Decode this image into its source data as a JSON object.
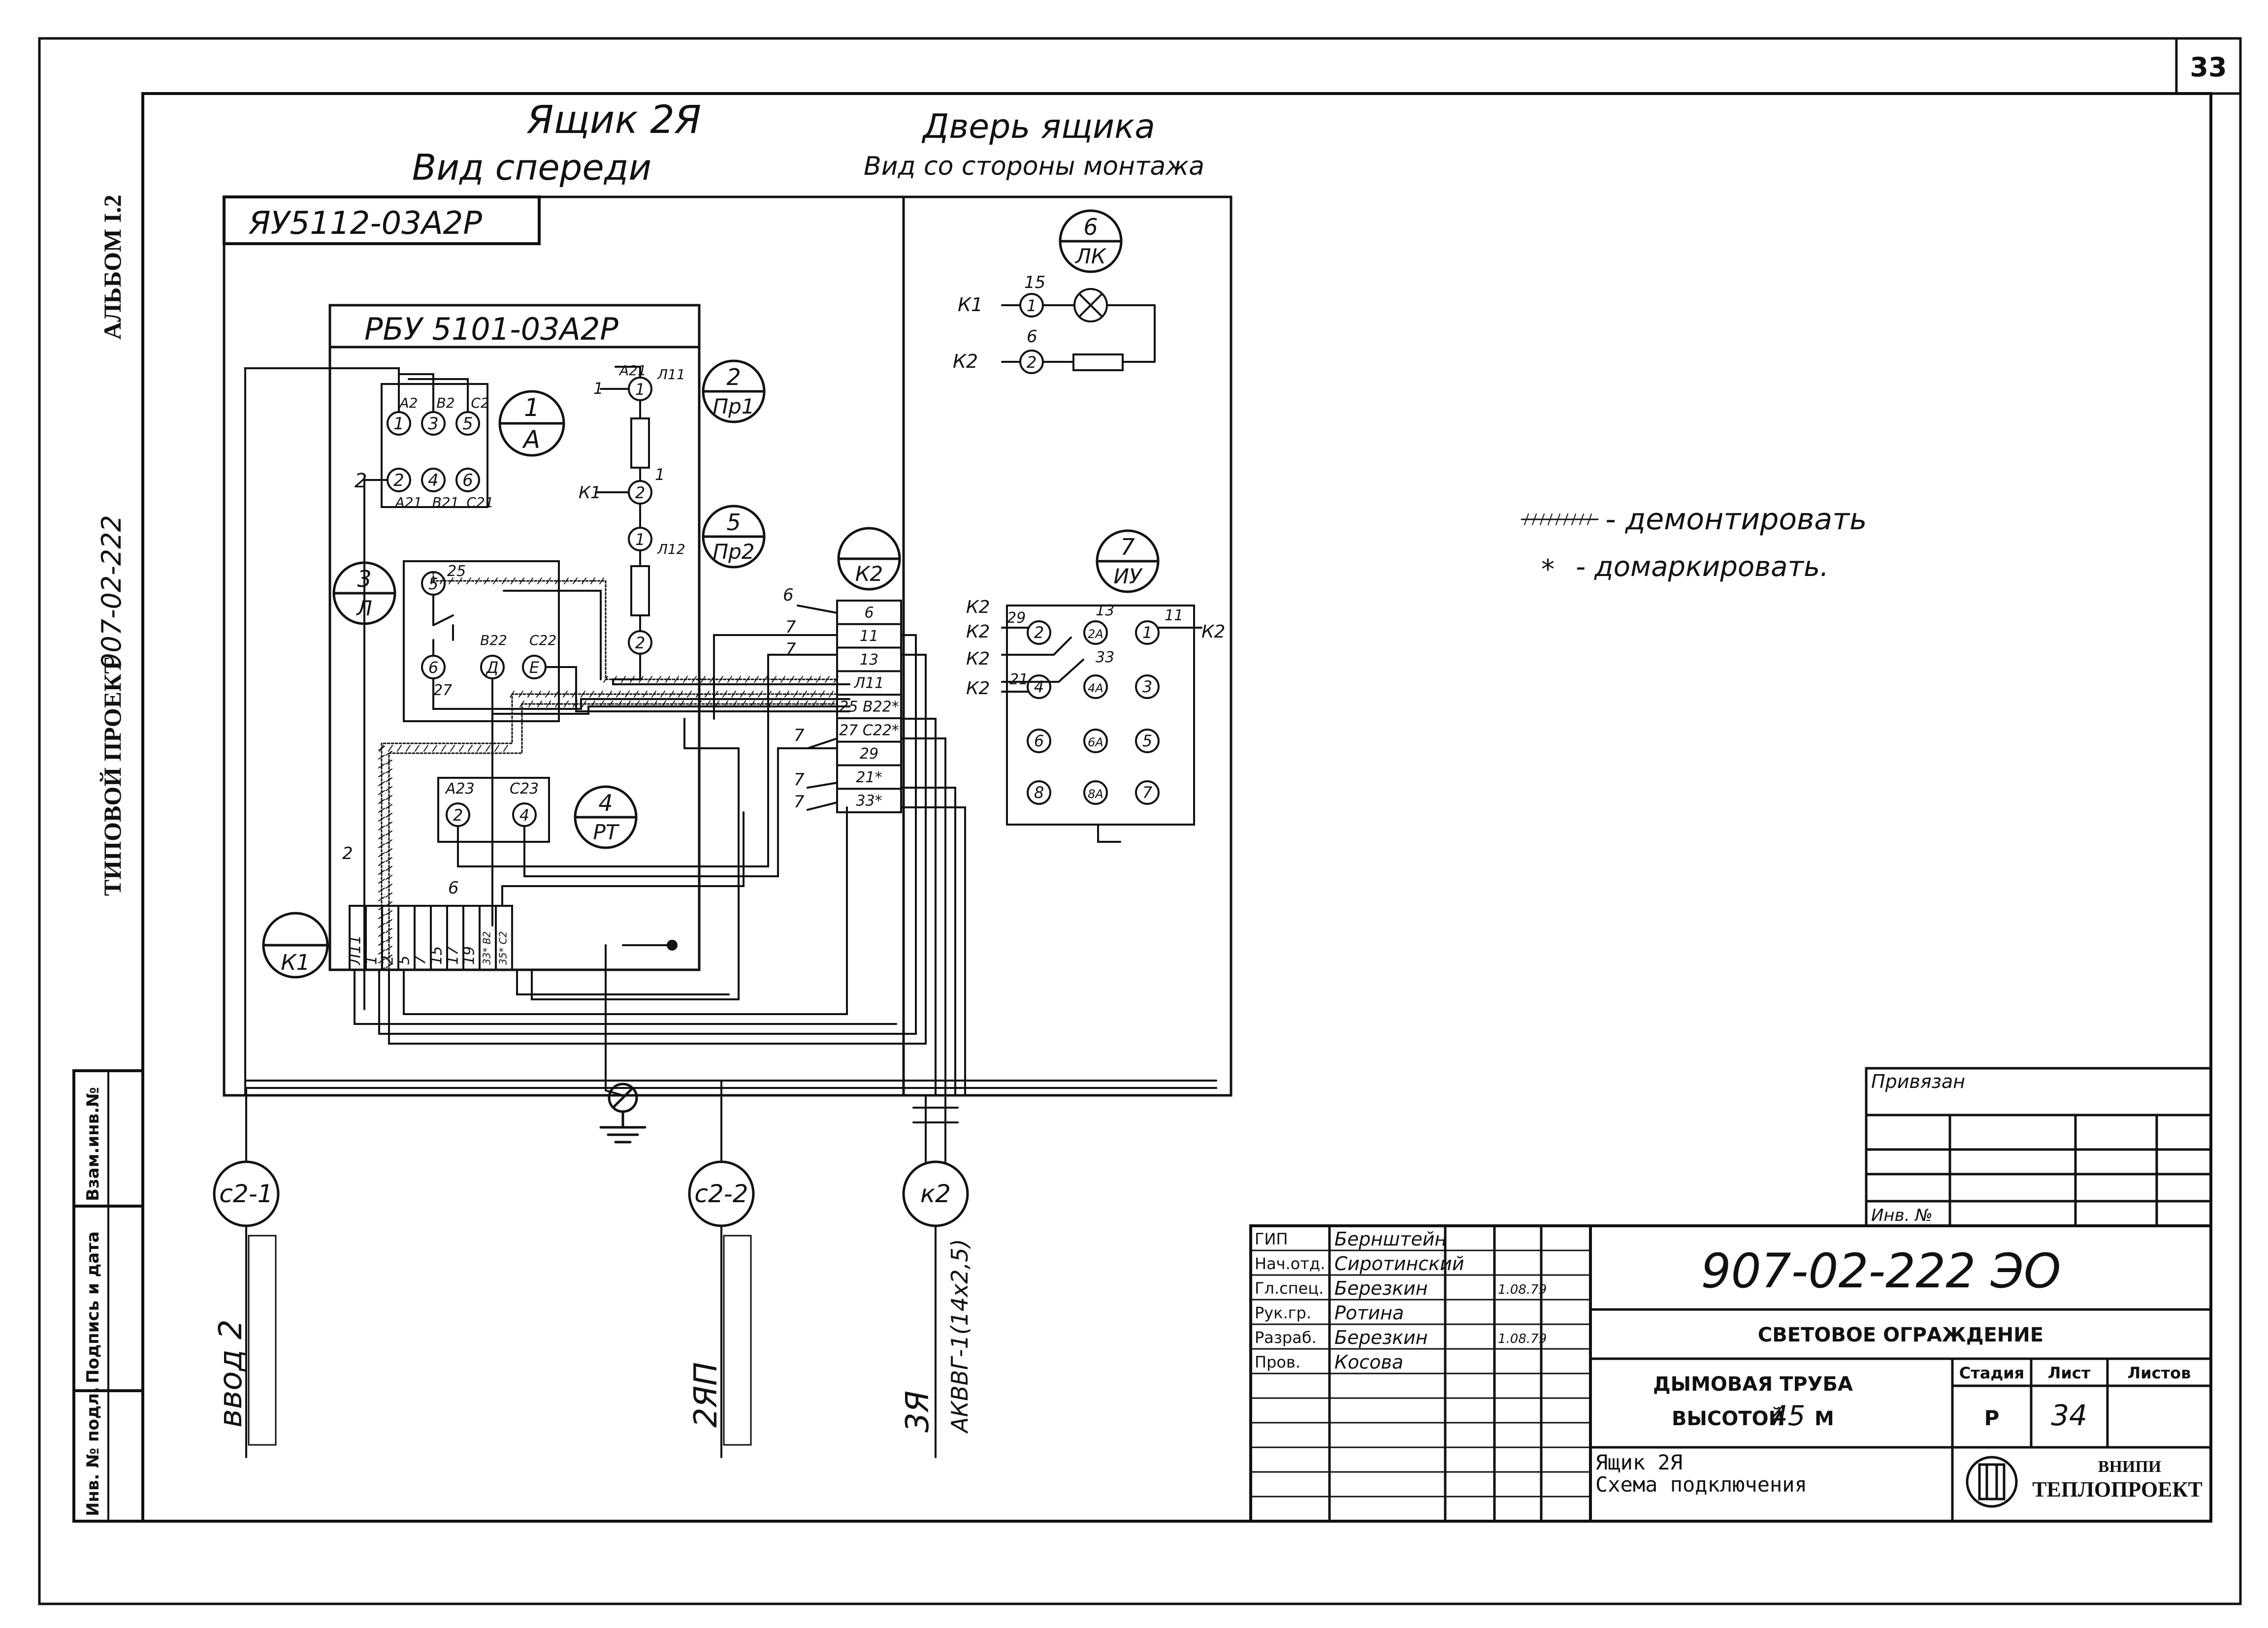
{
  "sheet": {
    "page_number": "33",
    "album": "АЛЬБОМ I.2",
    "project": "ТИПОВОЙ ПРОЕКТ",
    "project_code": "907-02-222"
  },
  "side_stamp": {
    "cells": [
      "Инв. № подл.",
      "Подпись и дата",
      "Взам.инв.№"
    ]
  },
  "titles": {
    "box": "Ящик 2Я",
    "box_view": "Вид спереди",
    "door": "Дверь ящика",
    "door_view": "Вид со стороны монтажа"
  },
  "enclosure": {
    "box_type": "ЯУ5112-03А2Р",
    "block_type": "РБУ 5101-03А2Р"
  },
  "components": [
    {
      "num": "1",
      "code": "А"
    },
    {
      "num": "2",
      "code": "Пр1"
    },
    {
      "num": "3",
      "code": "Л"
    },
    {
      "num": "4",
      "code": "РТ"
    },
    {
      "num": "5",
      "code": "Пр2"
    },
    {
      "num": "6",
      "code": "ЛК"
    },
    {
      "num": "7",
      "code": "ИУ"
    },
    {
      "num": "",
      "code": "К1"
    },
    {
      "num": "",
      "code": "К2"
    }
  ],
  "breaker_terminals": {
    "top": [
      "1",
      "3",
      "5"
    ],
    "top_labels": [
      "А2",
      "В2",
      "С2"
    ],
    "bottom": [
      "2",
      "4",
      "6"
    ],
    "bottom_labels": [
      "А21",
      "В21",
      "С21"
    ]
  },
  "fuse_labels": {
    "pr1_top": "А21",
    "pr1_top_right": "Л11",
    "pr1_left": "1",
    "pr1_right": "1",
    "k1": "К1",
    "pr2_top": "Л12"
  },
  "lamp_block": {
    "labels": [
      "5",
      "25",
      "6",
      "27",
      "Д",
      "В22",
      "Е",
      "С22"
    ]
  },
  "rt_block": {
    "labels": [
      "2",
      "А23",
      "4",
      "С23"
    ]
  },
  "k2_terminals": [
    "6",
    "11",
    "13",
    "Л11",
    "25 В22*",
    "27 С22*",
    "29",
    "21*",
    "33*"
  ],
  "k2_wire_nums": [
    "6",
    "7",
    "7",
    "7",
    "7",
    "7"
  ],
  "k1_terminals": [
    "Л11",
    "1",
    "2",
    "5",
    "7",
    "15",
    "17",
    "19",
    "33* В2",
    "35* С2"
  ],
  "k1_marks": [
    "2",
    "6"
  ],
  "door_circuit": {
    "k1": "К1",
    "k2": "К2",
    "t15": "15",
    "t6": "6",
    "n1": "1",
    "n2": "2"
  },
  "relay_socket": {
    "left_labels": [
      "К2",
      "К2",
      "К2",
      "К2"
    ],
    "wire_nums": [
      "29",
      "13",
      "33",
      "21",
      "11"
    ],
    "right_label": "К2",
    "pins": [
      "2",
      "2А",
      "1",
      "4",
      "4А",
      "3",
      "6",
      "6А",
      "5",
      "8",
      "8А",
      "7"
    ]
  },
  "legend": [
    {
      "symbol": "+++++",
      "text": "- демонтировать"
    },
    {
      "symbol": "*",
      "text": "- домаркировать."
    }
  ],
  "cables": [
    {
      "id": "с2-1",
      "label": "ввод 2"
    },
    {
      "id": "с2-2",
      "label": "2ЯП"
    },
    {
      "id": "к2",
      "label": "3Я",
      "sublabel": "АКВВГ-1(14х2,5)"
    }
  ],
  "title_block": {
    "privyazan": "Привязан",
    "inv": "Инв. №",
    "roles": [
      "ГИП",
      "Нач.отд.",
      "Гл.спец.",
      "Рук.гр.",
      "Разраб.",
      "Пров."
    ],
    "names": [
      "Бернштейн",
      "Сиротинский",
      "Березкин",
      "Ротина",
      "Березкин",
      "Косова"
    ],
    "dates": [
      "",
      "",
      "1.08.79",
      "",
      "1.08.79",
      ""
    ],
    "doc_code": "907-02-222 ЭО",
    "object": "СВЕТОВОЕ ОГРАЖДЕНИЕ",
    "subject_line1": "ДЫМОВАЯ ТРУБА",
    "subject_line2_pre": "ВЫСОТОЙ",
    "subject_height": "45",
    "subject_unit": "М",
    "sheet_title_1": "Ящик 2Я",
    "sheet_title_2": "Схема подключения",
    "stage_label": "Стадия",
    "sheet_label": "Лист",
    "sheets_label": "Листов",
    "stage": "Р",
    "sheet": "34",
    "org_1": "ВНИПИ",
    "org_2": "ТЕПЛОПРОЕКТ"
  }
}
